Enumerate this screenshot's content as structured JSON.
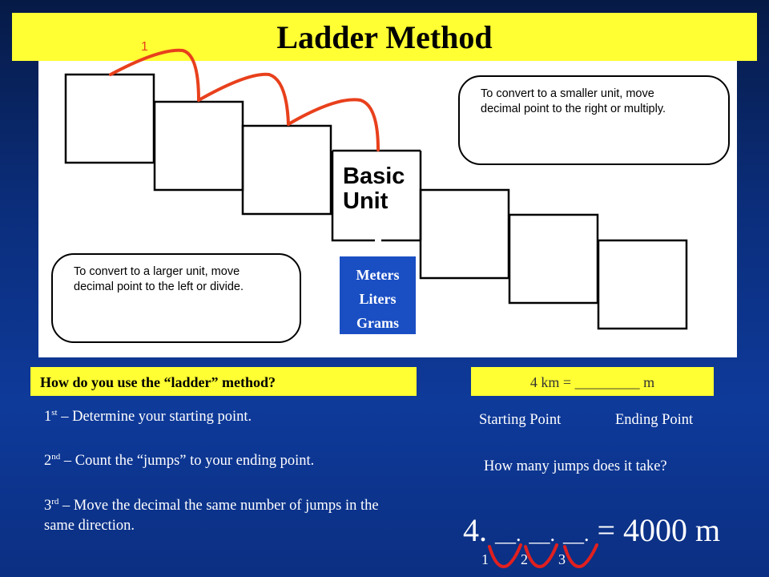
{
  "title": "Ladder Method",
  "diagram": {
    "step_number": "1",
    "smaller_hint": "To convert to a smaller unit, move\ndecimal  point to the right or multiply.",
    "larger_hint": "To convert to a larger unit, move\ndecimal  point to the left or divide.",
    "basic_unit": "Basic\nUnit",
    "base_units": [
      "Meters",
      "Liters",
      "Grams"
    ]
  },
  "question": "How do you use the “ladder” method?",
  "steps": [
    {
      "ord": "1",
      "sup": "st",
      "text": " – Determine your starting point."
    },
    {
      "ord": "2",
      "sup": "nd",
      "text": " – Count the “jumps” to your ending point."
    },
    {
      "ord": "3",
      "sup": "rd",
      "text": " – Move the decimal the same number of jumps in the same direction."
    }
  ],
  "example": {
    "problem": "4 km = _________ m",
    "starting_label": "Starting Point",
    "ending_label": "Ending Point",
    "jumps_question": "How many jumps does it take?",
    "eq_start": "4.",
    "blanks": [
      "__.",
      "__.",
      "__."
    ],
    "eq_result": "= 4000 m",
    "jump_numbers": [
      "1",
      "2",
      "3"
    ]
  },
  "colors": {
    "highlight": "#ffff33",
    "arc": "#e8401c",
    "metric_box": "#1a4fc4"
  }
}
